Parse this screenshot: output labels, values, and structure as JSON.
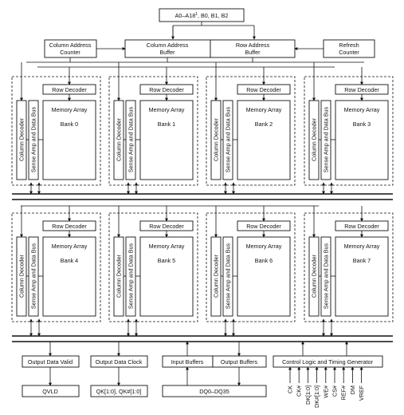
{
  "top_address": {
    "text": "A0–A18",
    "sup": "1",
    "rest": ", B0, B1, B2"
  },
  "column_address_counter": [
    "Column Address",
    "Counter"
  ],
  "column_address_buffer": [
    "Column Address",
    "Buffer"
  ],
  "row_address_buffer": [
    "Row Address",
    "Buffer"
  ],
  "refresh_counter": [
    "Refresh",
    "Counter"
  ],
  "bank_labels": {
    "row_decoder": "Row Decoder",
    "memory_array": "Memory Array",
    "column_decoder": "Column Decoder",
    "sense_amp": "Sense Amp and Data Bus"
  },
  "banks": [
    "Bank 0",
    "Bank 1",
    "Bank 2",
    "Bank 3",
    "Bank 4",
    "Bank 5",
    "Bank 6",
    "Bank 7"
  ],
  "bottom_blocks": {
    "output_data_valid": "Output Data Valid",
    "output_data_clock": "Output Data Clock",
    "input_buffers": "Input Buffers",
    "output_buffers": "Output Buffers",
    "control_logic": "Control Logic and Timing Generator"
  },
  "outputs": {
    "qvld": "QVLD",
    "qk": "QK[1:0], QK#[1:0]",
    "dq": "DQ0–DQ35"
  },
  "control_signals": [
    "CK",
    "CK#",
    "DK[1:0]",
    "DK#[1:0]",
    "WE#",
    "CS#",
    "REF#",
    "DM",
    "VREF"
  ]
}
